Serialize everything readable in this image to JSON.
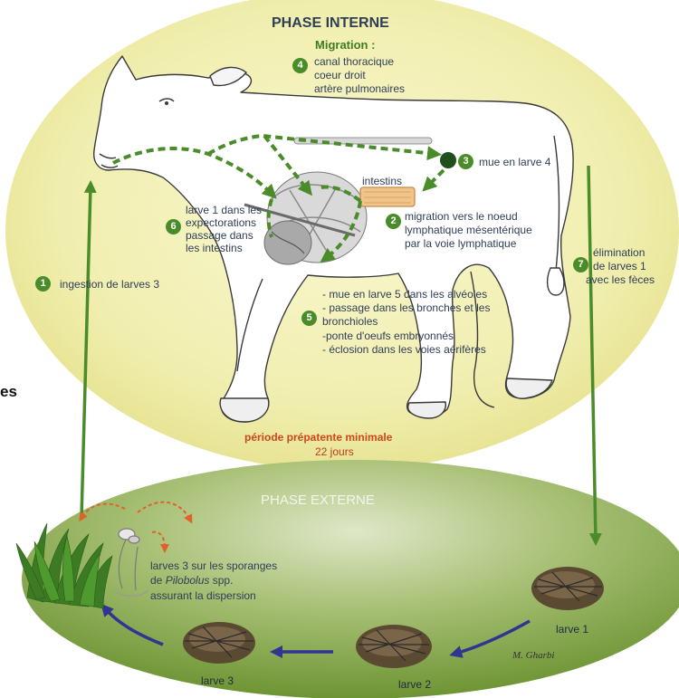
{
  "titles": {
    "internal": "PHASE INTERNE",
    "external": "PHASE EXTERNE"
  },
  "cut_text": "es",
  "steps": {
    "s1": {
      "num": "1",
      "text": "ingestion de larves 3"
    },
    "s2": {
      "num": "2",
      "lines": [
        "migration vers le noeud",
        "lymphatique mésentérique",
        "par la voie lymphatique"
      ]
    },
    "s3": {
      "num": "3",
      "text": "mue en larve 4"
    },
    "s4": {
      "num": "4",
      "heading": "Migration :",
      "lines": [
        "canal thoracique",
        "coeur droit",
        "artère pulmonaires"
      ]
    },
    "s5": {
      "num": "5",
      "lines": [
        "- mue en larve 5 dans les alvéoles",
        "- passage dans les bronches et les",
        "bronchioles",
        "-ponte d'oeufs embryonnés",
        "- éclosion dans les voies aérifères"
      ]
    },
    "s6": {
      "num": "6",
      "lines": [
        "larve 1 dans les",
        "expectorations",
        "passage dans",
        "les intestins"
      ]
    },
    "s7": {
      "num": "7",
      "lines": [
        "élimination",
        "de larves 1",
        "avec les fèces"
      ]
    }
  },
  "intestins_label": "intestins",
  "prepatent": {
    "line1": "période prépatente minimale",
    "line2": "22 jours"
  },
  "external": {
    "sporanges": {
      "line1": "larves 3 sur les sporanges",
      "line2_pre": "de ",
      "line2_italic": "Pilobolus",
      "line2_post": " spp.",
      "line3": "assurant la dispersion"
    },
    "larve1": "larve 1",
    "larve2": "larve 2",
    "larve3": "larve 3",
    "signature": "M. Gharbi"
  },
  "colors": {
    "internal_bg": "#f1f0b4",
    "external_bg": "#8fae4e",
    "arrow_green": "#4a8c2a",
    "arrow_blue": "#2f3590",
    "arrow_orange": "#e0612a",
    "text": "#2f3e57",
    "accent_red": "#d0451b"
  },
  "icons": [
    "cow-icon",
    "lungs-icon",
    "intestine-icon",
    "larva-icon",
    "grass-icon",
    "dung-pile-icon",
    "pilobolus-icon"
  ]
}
